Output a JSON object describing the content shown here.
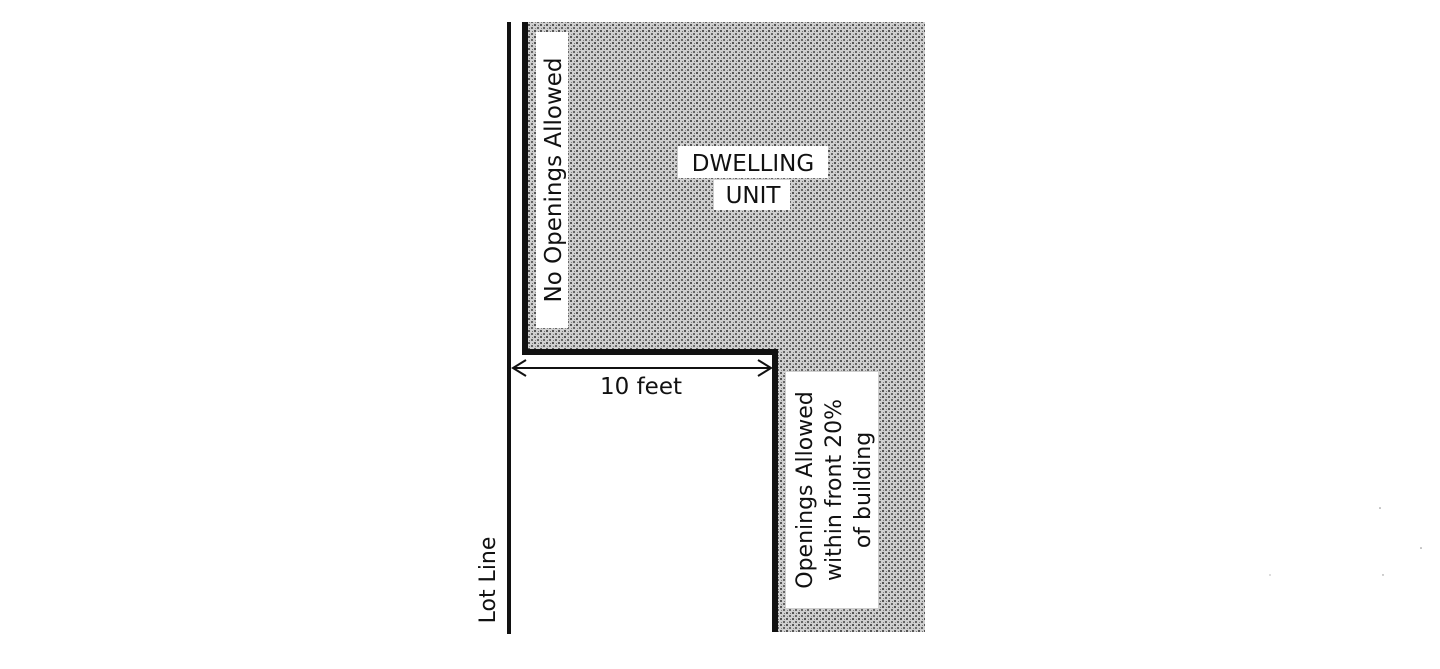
{
  "diagram": {
    "dwelling_label_line1": "DWELLING",
    "dwelling_label_line2": "UNIT",
    "no_openings_label": "No Openings Allowed",
    "dimension_label": "10 feet",
    "openings_label_line1": "Openings Allowed",
    "openings_label_line2": "within front 20%",
    "openings_label_line3": "of building",
    "lot_line_label": "Lot Line"
  },
  "colors": {
    "line": "#111111",
    "shading": "#9a9a9a",
    "background": "#ffffff"
  }
}
